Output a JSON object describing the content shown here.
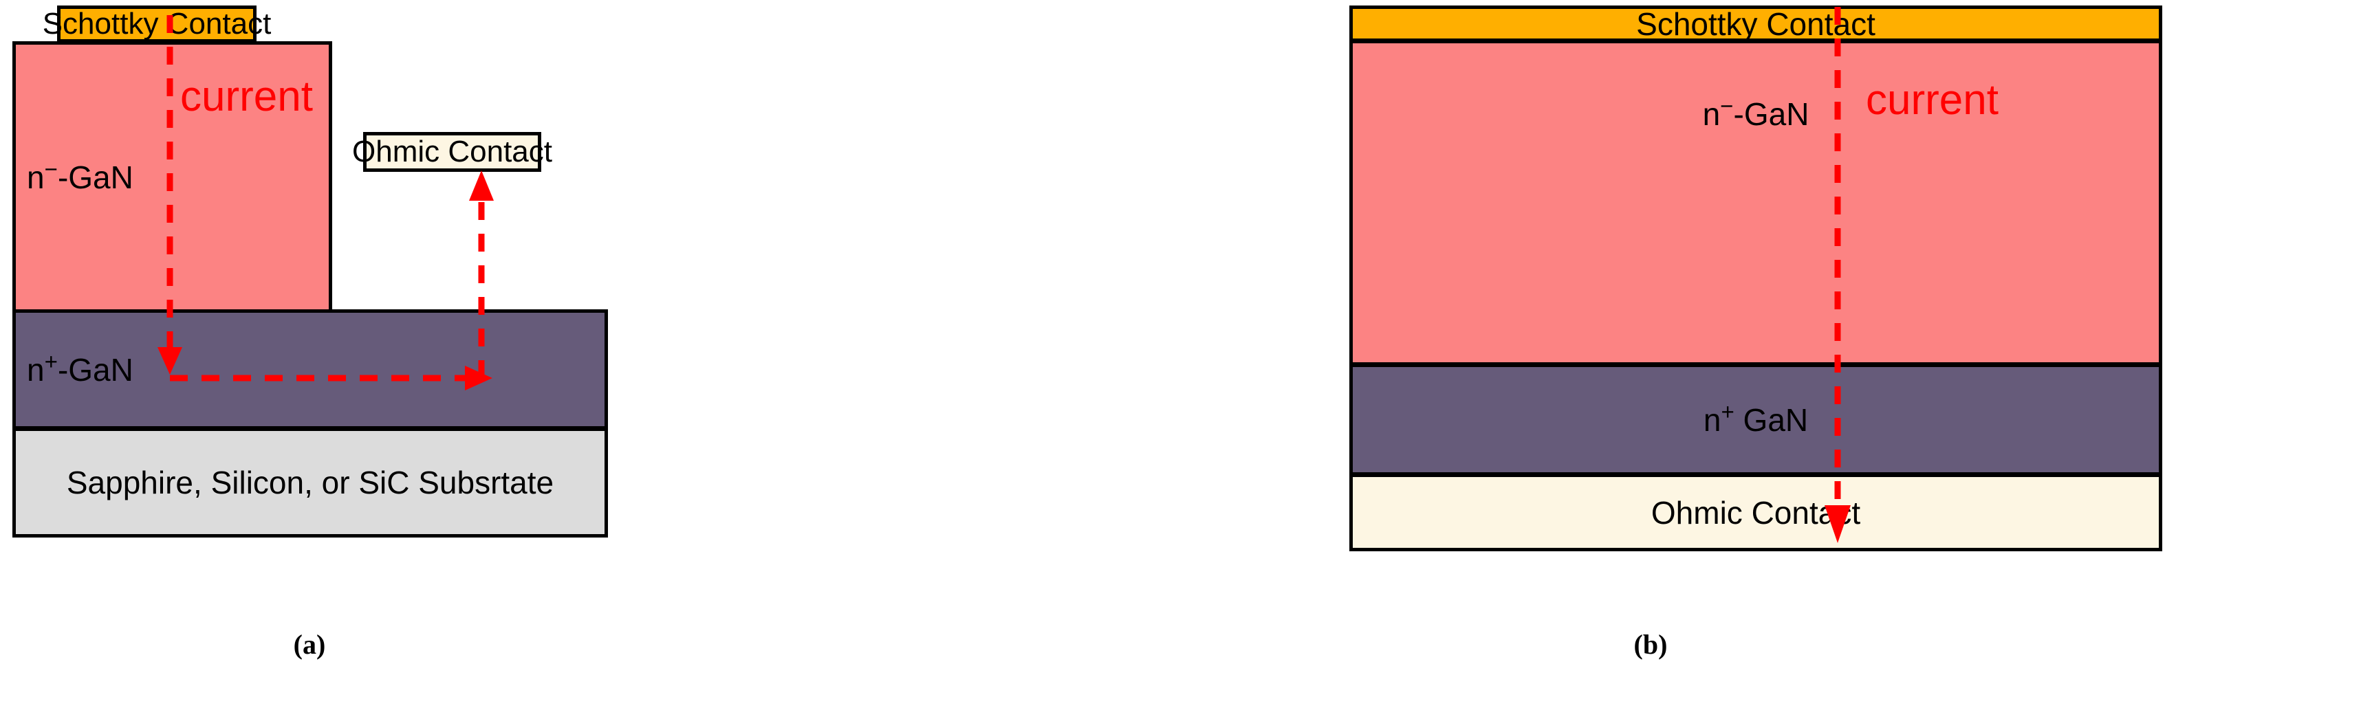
{
  "figure": {
    "type": "semiconductor-device-cross-section-diagram",
    "colors": {
      "schottky_contact": "#FFAF00",
      "n_drift_gan": "#FC8383",
      "n_plus_gan": "#665B7A",
      "substrate": "#DCDCDC",
      "ohmic_contact": "#FDF6E3",
      "current_arrow": "#FF0000",
      "outline": "#000000",
      "background": "#FFFFFF"
    }
  },
  "panel_a": {
    "caption": "(a)",
    "device": "lateral GaN Schottky barrier diode",
    "layers": {
      "schottky_contact": "Schottky Contact",
      "n_drift": {
        "base": "n",
        "charge": "−",
        "tail": "-GaN"
      },
      "n_plus": {
        "base": "n",
        "charge": "+",
        "tail": "-GaN"
      },
      "substrate": "Sapphire, Silicon, or SiC Subsrtate",
      "ohmic_contact": "Ohmic Contact"
    },
    "current_label": "current",
    "current_path": "down through n-minus GaN mesa, lateral right through n-plus GaN, then up into Ohmic Contact"
  },
  "panel_b": {
    "caption": "(b)",
    "device": "vertical GaN Schottky barrier diode",
    "layers": {
      "schottky_contact": "Schottky Contact",
      "n_drift": {
        "base": "n",
        "charge": "−",
        "tail": "-GaN"
      },
      "n_plus": {
        "base": "n",
        "charge": "+",
        "tail": " GaN"
      },
      "ohmic_contact": "Ohmic Contact"
    },
    "current_label": "current",
    "current_path": "straight down from Schottky Contact through n-minus GaN and n-plus GaN into Ohmic Contact"
  }
}
